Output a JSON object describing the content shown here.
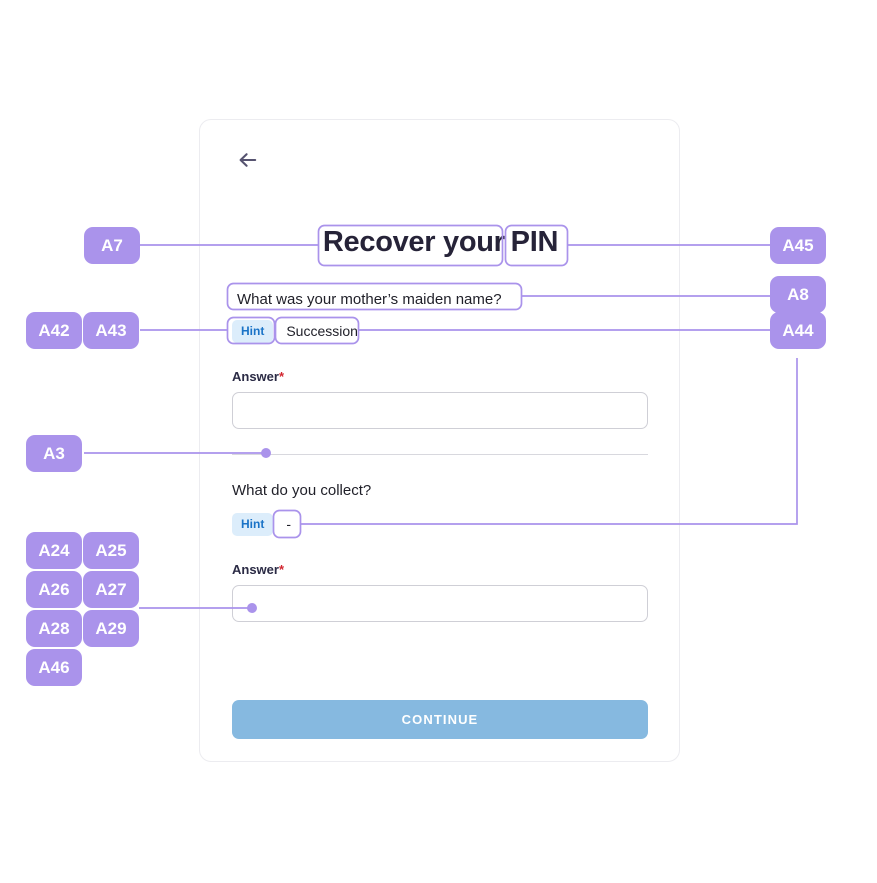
{
  "card": {
    "back_icon": "arrow-left-icon",
    "title_segments": [
      "Recover your",
      "PIN"
    ],
    "questions": [
      {
        "text": "What was your mother’s maiden name?",
        "hint_label": "Hint",
        "hint_value": "Succession",
        "answer_label": "Answer",
        "answer_required_mark": "*",
        "answer_value": ""
      },
      {
        "text": "What do you collect?",
        "hint_label": "Hint",
        "hint_value": "-",
        "answer_label": "Answer",
        "answer_required_mark": "*",
        "answer_value": ""
      }
    ],
    "submit_label": "CONTINUE"
  },
  "annotations": {
    "accent_color": "#aa93eb",
    "chips": [
      {
        "id": "a7",
        "label": "A7"
      },
      {
        "id": "a45",
        "label": "A45"
      },
      {
        "id": "a42",
        "label": "A42"
      },
      {
        "id": "a43",
        "label": "A43"
      },
      {
        "id": "a8",
        "label": "A8"
      },
      {
        "id": "a44",
        "label": "A44"
      },
      {
        "id": "a3",
        "label": "A3"
      },
      {
        "id": "a24",
        "label": "A24"
      },
      {
        "id": "a25",
        "label": "A25"
      },
      {
        "id": "a26",
        "label": "A26"
      },
      {
        "id": "a27",
        "label": "A27"
      },
      {
        "id": "a28",
        "label": "A28"
      },
      {
        "id": "a29",
        "label": "A29"
      },
      {
        "id": "a46",
        "label": "A46"
      }
    ],
    "sparkle_glyph": "✦"
  },
  "theme": {
    "card_border": "#ececf0",
    "title_color": "#262338",
    "hint_badge_bg": "#dcedfb",
    "hint_badge_fg": "#1a73c7",
    "input_border": "#cfcfd6",
    "submit_bg": "#86b9e0",
    "required_color": "#d22630"
  }
}
